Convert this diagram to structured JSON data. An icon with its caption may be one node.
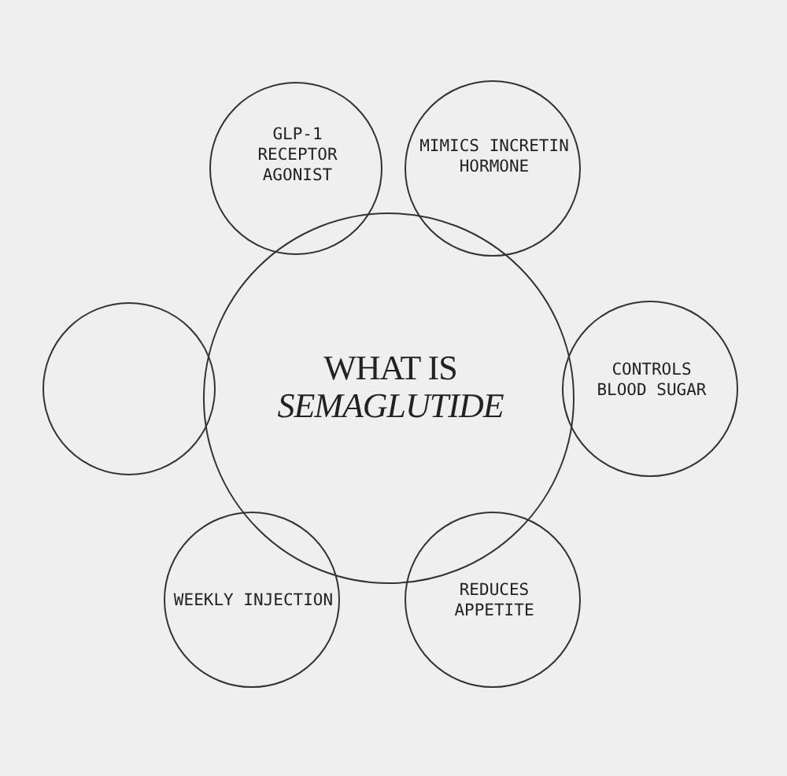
{
  "diagram": {
    "nodes": [
      {
        "text": [
          "GLP-1 RECEPTOR AGONIST"
        ]
      },
      {
        "text": [
          "MIMICS INCRETIN HORMONE"
        ]
      },
      {
        "text": [],
        "shape": "circle"
      },
      {
        "text": [
          "WHAT IS",
          "SEMAGLUTIDE"
        ]
      },
      {
        "text": [
          "CONTROLS BLOOD SUGAR"
        ]
      },
      {
        "text": [
          "WEEKLY INJECTION"
        ]
      },
      {
        "text": [
          "REDUCES APPETITE"
        ]
      }
    ],
    "edges": []
  }
}
